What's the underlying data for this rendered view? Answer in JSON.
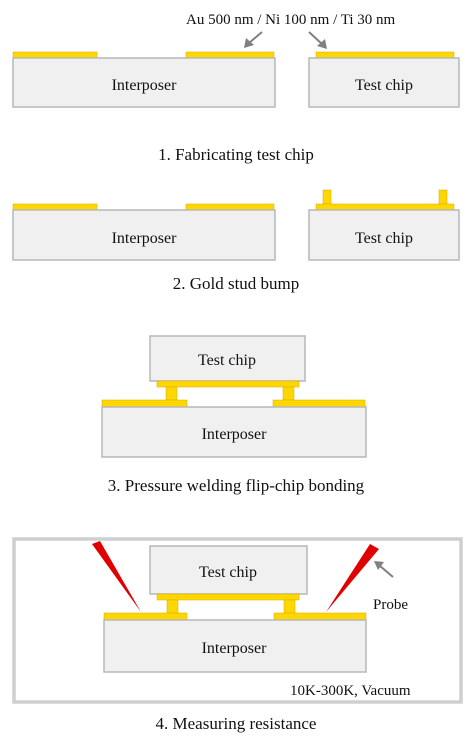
{
  "annotations": {
    "metal_stack": "Au 500 nm / Ni 100 nm / Ti 30 nm",
    "probe": "Probe",
    "conditions": "10K-300K, Vacuum"
  },
  "labels": {
    "interposer": "Interposer",
    "test_chip": "Test chip"
  },
  "steps": [
    {
      "caption": "1. Fabricating test chip"
    },
    {
      "caption": "2. Gold stud bump"
    },
    {
      "caption": "3. Pressure welding flip-chip bonding"
    },
    {
      "caption": "4. Measuring resistance"
    }
  ],
  "colors": {
    "substrate_fill": "#f0f0f0",
    "substrate_stroke": "#b7b7b7",
    "gold": "#ffd700",
    "gold_stroke": "#d4a800",
    "probe": "#e00000",
    "arrow": "#808080",
    "frame": "#cfcfcf"
  }
}
